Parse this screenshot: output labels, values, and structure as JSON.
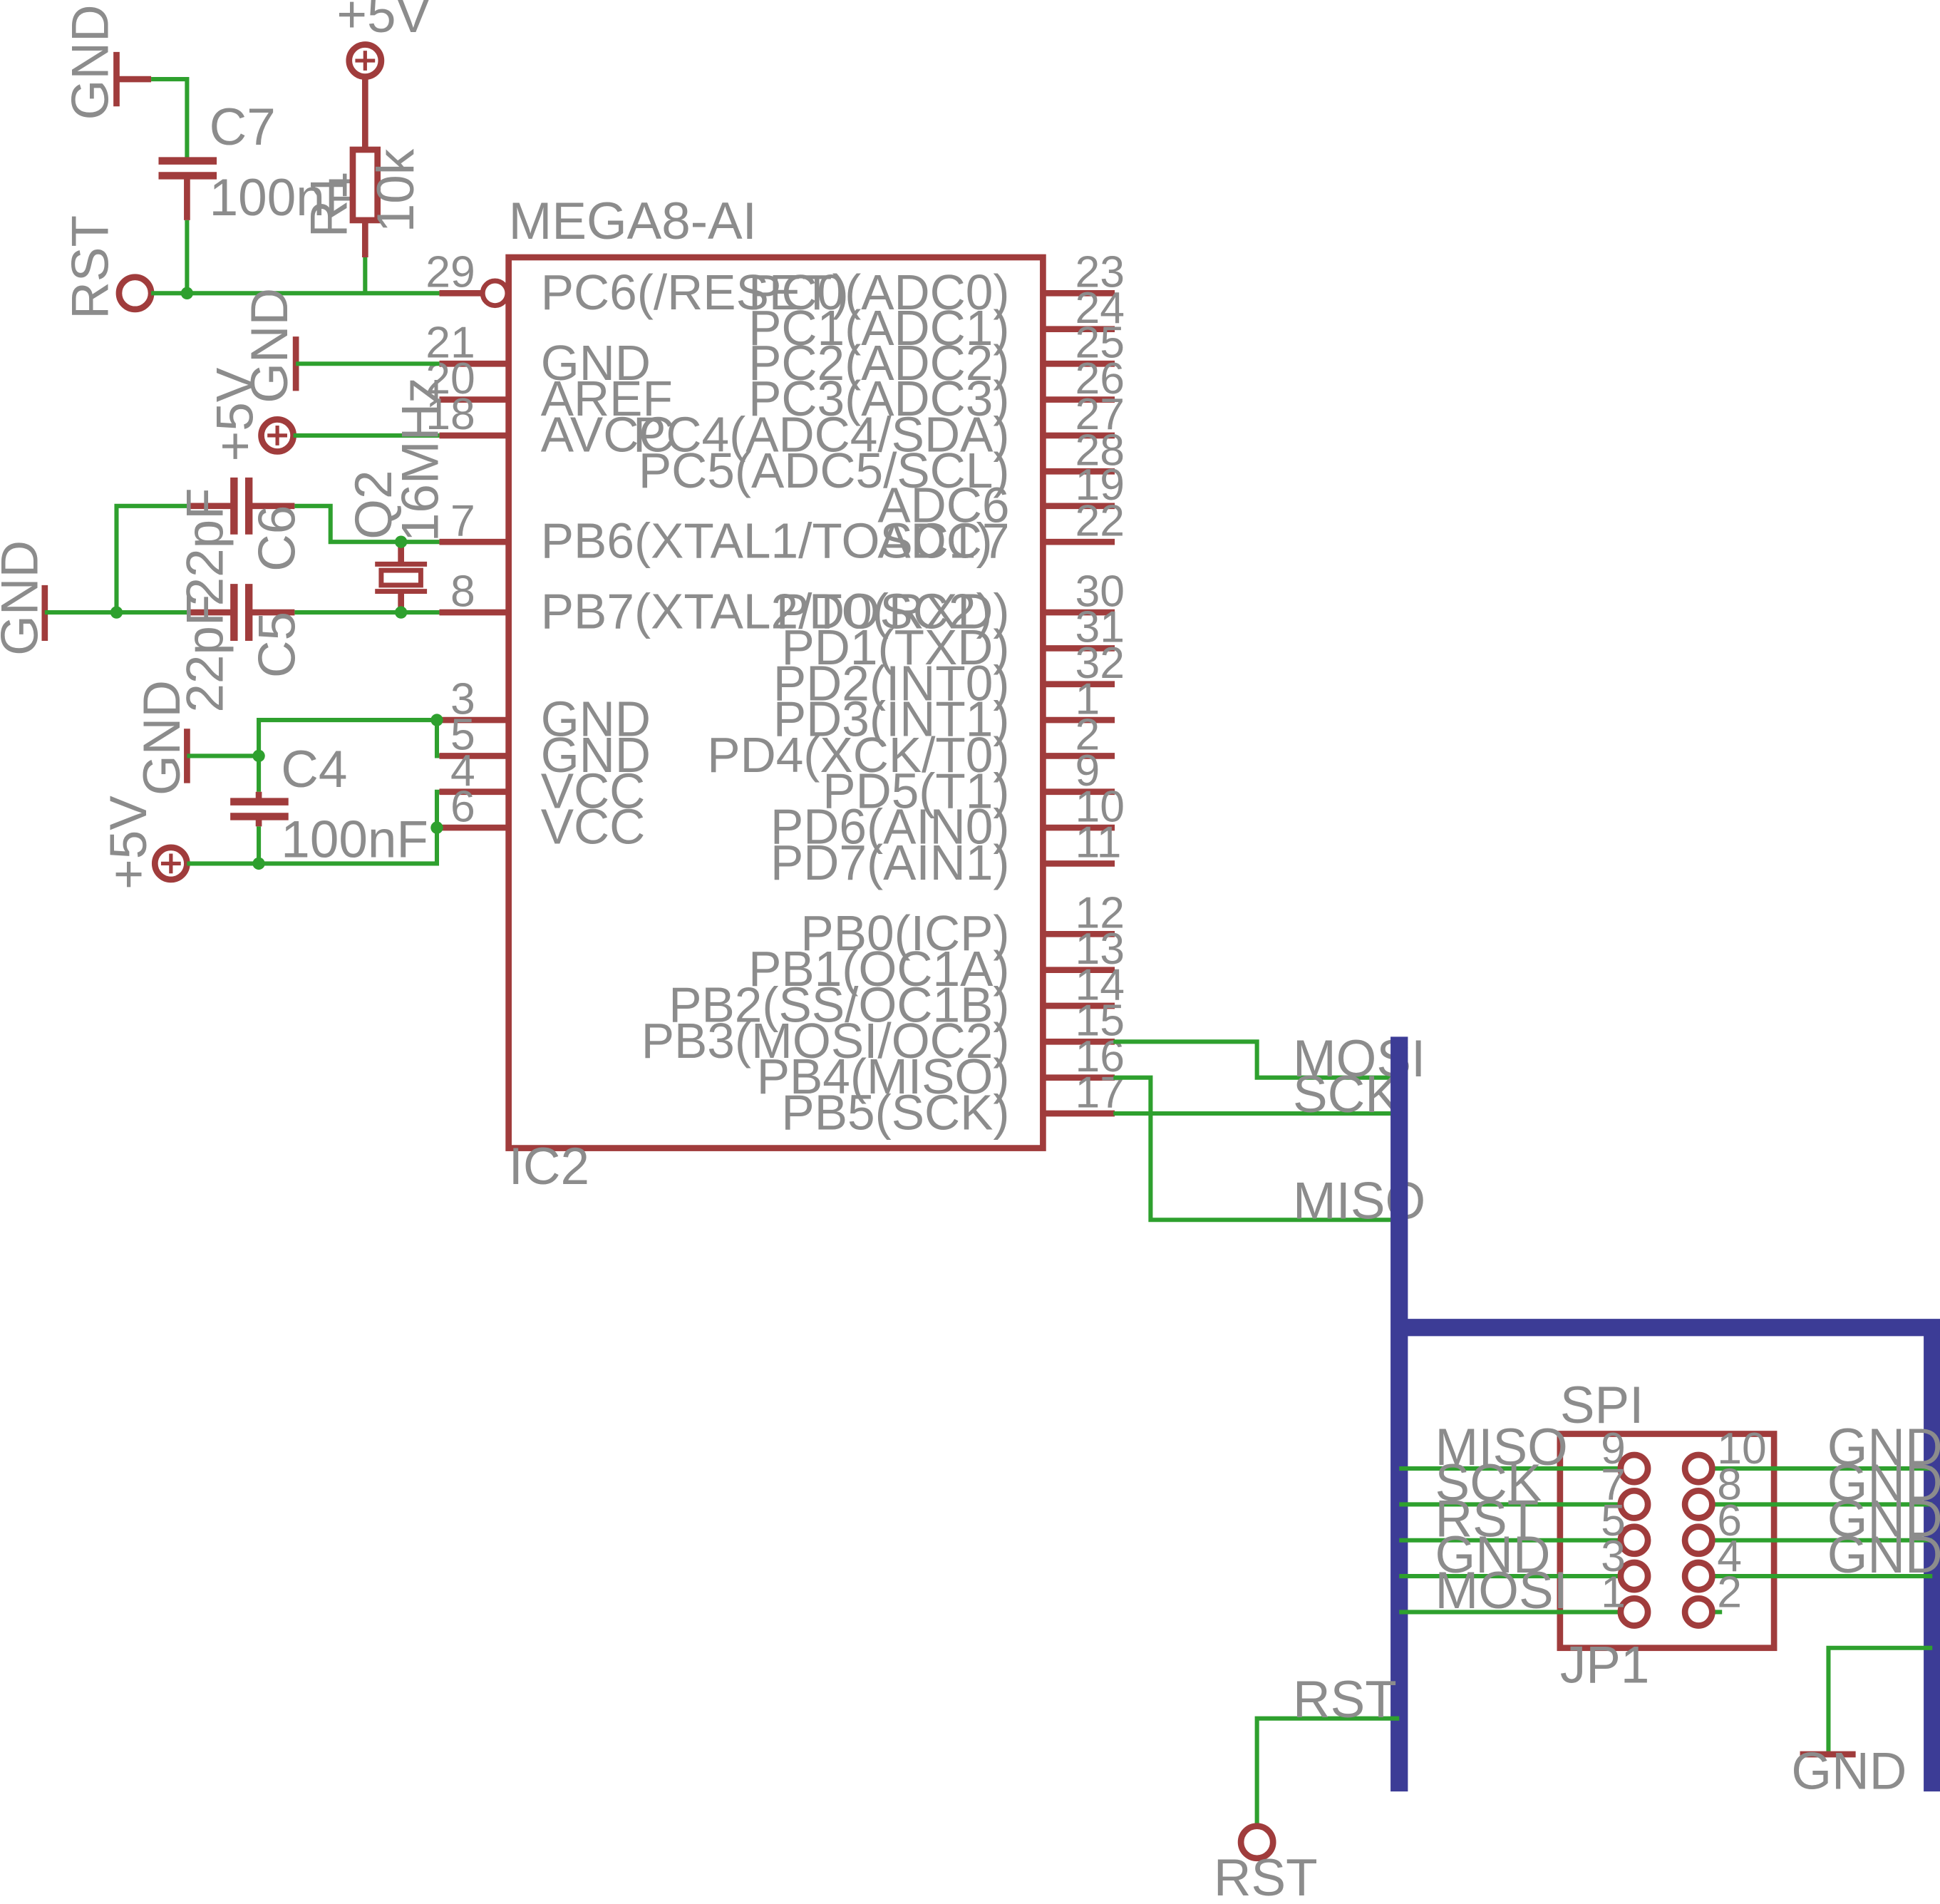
{
  "colors": {
    "symbol": "#a03c3c",
    "wire": "#2ea02e",
    "bus": "#3c3c96",
    "text": "#8c8c8c",
    "background": "#ffffff"
  },
  "ic": {
    "value": "MEGA8-AI",
    "name": "IC2",
    "left_pins": [
      {
        "num": "29",
        "label": "PC6(/RESET)"
      },
      {
        "num": "21",
        "label": "GND"
      },
      {
        "num": "20",
        "label": "AREF"
      },
      {
        "num": "18",
        "label": "AVCC"
      },
      {
        "num": "7",
        "label": "PB6(XTAL1/TOSC1)"
      },
      {
        "num": "8",
        "label": "PB7(XTAL2/TOSC2)"
      },
      {
        "num": "3",
        "label": "GND"
      },
      {
        "num": "5",
        "label": "GND"
      },
      {
        "num": "4",
        "label": "VCC"
      },
      {
        "num": "6",
        "label": "VCC"
      }
    ],
    "right_pins": [
      {
        "num": "23",
        "label": "PC0(ADC0)"
      },
      {
        "num": "24",
        "label": "PC1(ADC1)"
      },
      {
        "num": "25",
        "label": "PC2(ADC2)"
      },
      {
        "num": "26",
        "label": "PC3(ADC3)"
      },
      {
        "num": "27",
        "label": "PC4(ADC4/SDA)"
      },
      {
        "num": "28",
        "label": "PC5(ADC5/SCL)"
      },
      {
        "num": "19",
        "label": "ADC6"
      },
      {
        "num": "22",
        "label": "ADC7"
      },
      {
        "num": "30",
        "label": "PD0(RXD)"
      },
      {
        "num": "31",
        "label": "PD1(TXD)"
      },
      {
        "num": "32",
        "label": "PD2(INT0)"
      },
      {
        "num": "1",
        "label": "PD3(INT1)"
      },
      {
        "num": "2",
        "label": "PD4(XCK/T0)"
      },
      {
        "num": "9",
        "label": "PD5(T1)"
      },
      {
        "num": "10",
        "label": "PD6(AIN0)"
      },
      {
        "num": "11",
        "label": "PD7(AIN1)"
      },
      {
        "num": "12",
        "label": "PB0(ICP)"
      },
      {
        "num": "13",
        "label": "PB1(OC1A)"
      },
      {
        "num": "14",
        "label": "PB2(SS/OC1B)"
      },
      {
        "num": "15",
        "label": "PB3(MOSI/OC2)"
      },
      {
        "num": "16",
        "label": "PB4(MISO)"
      },
      {
        "num": "17",
        "label": "PB5(SCK)"
      }
    ]
  },
  "components": {
    "c7": {
      "name": "C7",
      "value": "100nF"
    },
    "r1": {
      "name": "R1",
      "value": "10k"
    },
    "c6": {
      "name": "C6",
      "value": "22pF"
    },
    "c5": {
      "name": "C5",
      "value": "22pF"
    },
    "q2": {
      "name": "Q2",
      "value": "16MHz"
    },
    "c4": {
      "name": "C4",
      "value": "100nF"
    }
  },
  "supplies": {
    "gnd": "GND",
    "vcc": "+5V",
    "rst": "RST"
  },
  "bus_nets": {
    "mosi": "MOSI",
    "sck": "SCK",
    "miso": "MISO",
    "rst": "RST"
  },
  "connector": {
    "value": "SPI",
    "name": "JP1",
    "left_pins": [
      {
        "num": "9",
        "net": "MISO"
      },
      {
        "num": "7",
        "net": "SCK"
      },
      {
        "num": "5",
        "net": "RST"
      },
      {
        "num": "3",
        "net": "GND"
      },
      {
        "num": "1",
        "net": "MOSI"
      }
    ],
    "right_pins": [
      {
        "num": "10",
        "net": "GND"
      },
      {
        "num": "8",
        "net": "GND"
      },
      {
        "num": "6",
        "net": "GND"
      },
      {
        "num": "4",
        "net": "GND"
      },
      {
        "num": "2",
        "net": ""
      }
    ]
  }
}
